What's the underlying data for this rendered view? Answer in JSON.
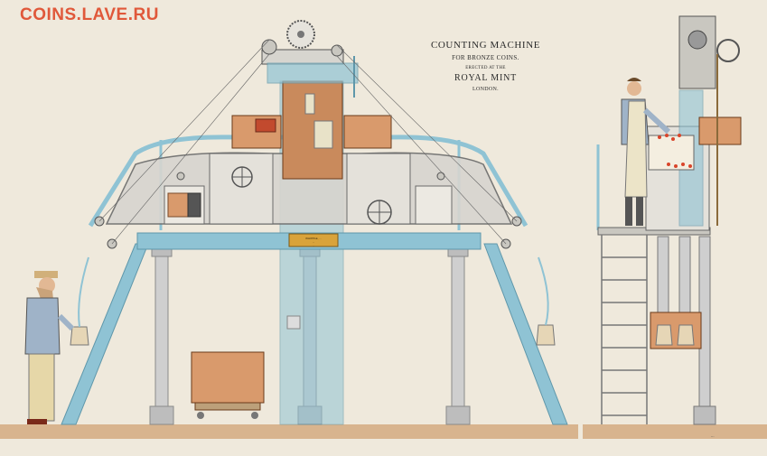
{
  "watermark": {
    "text": "COINS.LAVE.RU",
    "color": "#e0583a"
  },
  "title": {
    "line1": "COUNTING MACHINE",
    "line2": "FOR BRONZE COINS.",
    "line3": "ERECTED AT THE",
    "line4": "ROYAL MINT",
    "line5": "LONDON."
  },
  "plaque": {
    "lines": [
      "WHIPPLE, ...",
      "...",
      "..."
    ]
  },
  "signature": "...",
  "colors": {
    "paper": "#efe9dc",
    "frame_blue": "#8fc3d4",
    "iron_grey": "#c9c7c0",
    "copper": "#d99a6c",
    "hopper_brown": "#c98a5c",
    "floor": "#d8b48e",
    "coat_blue": "#9fb3c8",
    "coins_red": "#d9442a"
  }
}
